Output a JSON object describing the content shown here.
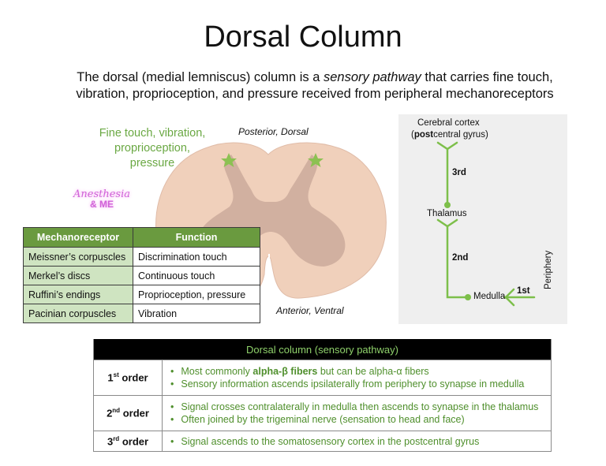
{
  "title": "Dorsal Column",
  "subtitle": {
    "part1": "The dorsal (medial lemniscus) column is a ",
    "emphasis": "sensory pathway",
    "part2": " that carries fine touch,",
    "line2": "vibration, proprioception, and pressure received from peripheral mechanoreceptors"
  },
  "cord": {
    "green_label": [
      "Fine touch, vibration,",
      "proprioception,",
      "pressure"
    ],
    "posterior_label": "Posterior, Dorsal",
    "anterior_label": "Anterior, Ventral",
    "colors": {
      "white_matter": "#f0d0bb",
      "gray_matter": "#d1b0a0",
      "marker": "#8cc152",
      "label_green": "#6aa843"
    }
  },
  "watermark": {
    "line1": "Anesthesia",
    "line2": "& ME"
  },
  "mechanoreceptor_table": {
    "headers": [
      "Mechanoreceptor",
      "Function"
    ],
    "rows": [
      [
        "Meissner’s corpuscles",
        "Discrimination touch"
      ],
      [
        "Merkel’s discs",
        "Continuous touch"
      ],
      [
        "Ruffini’s endings",
        "Proprioception, pressure"
      ],
      [
        "Pacinian corpuscles",
        "Vibration"
      ]
    ],
    "header_color": "#6a9a3f",
    "cell_color": "#cfe4c1"
  },
  "pathway_diagram": {
    "cortex_line1": "Cerebral cortex",
    "cortex_line2_bold": "post",
    "cortex_line2_rest": "central gyrus)",
    "cortex_line2_open": "(",
    "third": "3rd",
    "thalamus": "Thalamus",
    "second": "2nd",
    "medulla": "Medulla",
    "first": "1st",
    "periphery": "Periphery",
    "line_color": "#7dbf4a"
  },
  "order_table": {
    "header": "Dorsal column (sensory pathway)",
    "rows": [
      {
        "num": "1",
        "sup": "st",
        "word": "order",
        "bullets": [
          {
            "pre": "Most commonly ",
            "bold": "alpha-β fibers",
            "post": " but can be alpha-α fibers"
          },
          {
            "pre": "Sensory information ascends ipsilaterally from periphery to synapse in medulla",
            "bold": "",
            "post": ""
          }
        ]
      },
      {
        "num": "2",
        "sup": "nd",
        "word": "order",
        "bullets": [
          {
            "pre": "Signal crosses contralaterally in medulla then ascends to synapse in the thalamus",
            "bold": "",
            "post": ""
          },
          {
            "pre": "Often joined by the trigeminal nerve (sensation to head and face)",
            "bold": "",
            "post": ""
          }
        ]
      },
      {
        "num": "3",
        "sup": "rd",
        "word": "order",
        "bullets": [
          {
            "pre": "Signal ascends to the somatosensory cortex in the postcentral gyrus",
            "bold": "",
            "post": ""
          }
        ]
      }
    ],
    "bullet": "•"
  }
}
